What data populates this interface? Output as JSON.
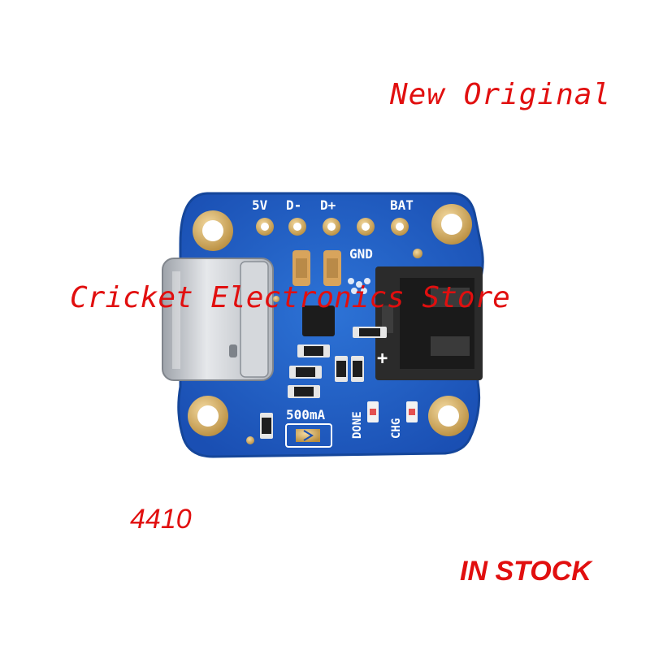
{
  "overlay": {
    "headline": "New Original",
    "store_name": "Cricket Electronics Store",
    "part_number": "4410",
    "stock_status": "IN STOCK"
  },
  "board": {
    "pin_labels": [
      "5V",
      "D-",
      "D+",
      "BAT",
      "GND"
    ],
    "silkscreen": {
      "current": "500mA",
      "done": "DONE",
      "chg": "CHG",
      "plus": "+"
    },
    "colors": {
      "pcb": "#1f5fc4",
      "pcb_edge": "#15469a",
      "pad_gold": "#d8b46a",
      "connector": "#2b2b2b",
      "usb_shell": "#c9ccd1",
      "overlay_text": "#e10f0f"
    }
  }
}
